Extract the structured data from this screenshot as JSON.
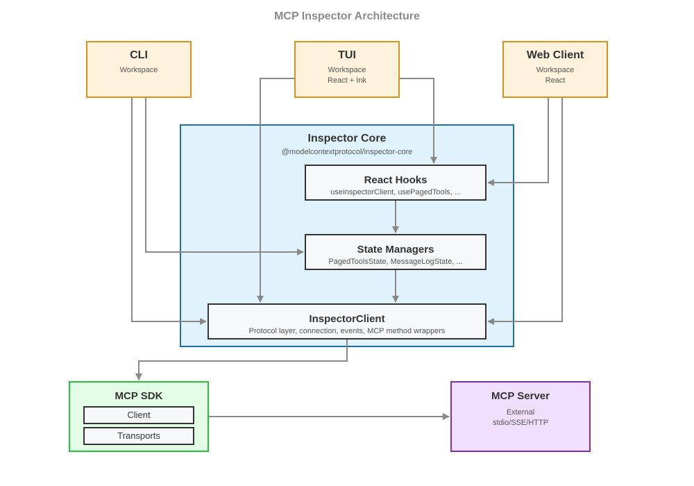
{
  "diagram": {
    "title": "MCP Inspector Architecture"
  },
  "clients": {
    "cli": {
      "name": "CLI",
      "lines": [
        "Workspace"
      ]
    },
    "tui": {
      "name": "TUI",
      "lines": [
        "Workspace",
        "React + Ink"
      ]
    },
    "web": {
      "name": "Web Client",
      "lines": [
        "Workspace",
        "React"
      ]
    }
  },
  "core": {
    "name": "Inspector Core",
    "package": "@modelcontextprotocol/inspector-core",
    "hooks": {
      "name": "React Hooks",
      "detail": "useInspectorClient, usePagedTools, ..."
    },
    "state": {
      "name": "State Managers",
      "detail": "PagedToolsState, MessageLogState, ..."
    },
    "client": {
      "name": "InspectorClient",
      "detail": "Protocol layer, connection, events, MCP method wrappers"
    }
  },
  "sdk": {
    "name": "MCP SDK",
    "items": [
      "Client",
      "Transports"
    ]
  },
  "server": {
    "name": "MCP Server",
    "lines": [
      "External",
      "stdio/SSE/HTTP"
    ]
  },
  "colors": {
    "client_fill": "#fff2dc",
    "client_border": "#d4941c",
    "core_fill": "#e0f3fc",
    "core_border": "#1a6fa8",
    "sdk_fill": "#e4fde6",
    "sdk_border": "#28c03a",
    "server_fill": "#f0defd",
    "server_border": "#7a2dbb",
    "connector": "#888888"
  }
}
